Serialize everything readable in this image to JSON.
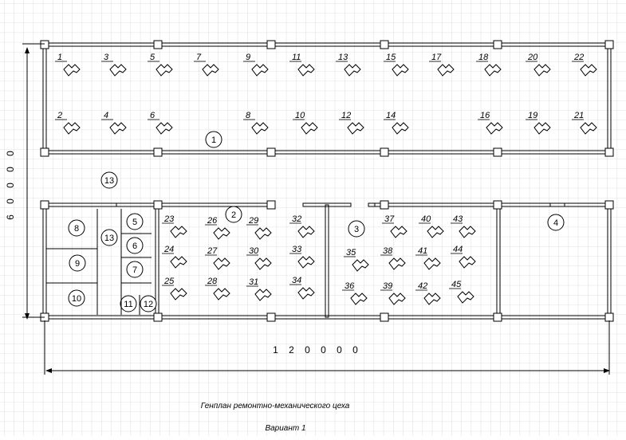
{
  "caption": {
    "title": "Генплан ремонтно-механического цеха",
    "variant": "Вариант 1"
  },
  "dimensions": {
    "width": "1 2 0 0 0 0",
    "height": "6 0 0 0 0"
  },
  "zones": [
    "1",
    "2",
    "3",
    "4",
    "5",
    "6",
    "7",
    "8",
    "9",
    "10",
    "11",
    "12",
    "13",
    "13"
  ],
  "machines": [
    "1",
    "2",
    "3",
    "4",
    "5",
    "6",
    "7",
    "8",
    "9",
    "10",
    "11",
    "12",
    "13",
    "14",
    "15",
    "16",
    "17",
    "18",
    "19",
    "20",
    "21",
    "22",
    "23",
    "24",
    "25",
    "26",
    "27",
    "28",
    "29",
    "30",
    "31",
    "32",
    "33",
    "34",
    "35",
    "36",
    "37",
    "38",
    "39",
    "40",
    "41",
    "42",
    "43",
    "44",
    "45"
  ]
}
